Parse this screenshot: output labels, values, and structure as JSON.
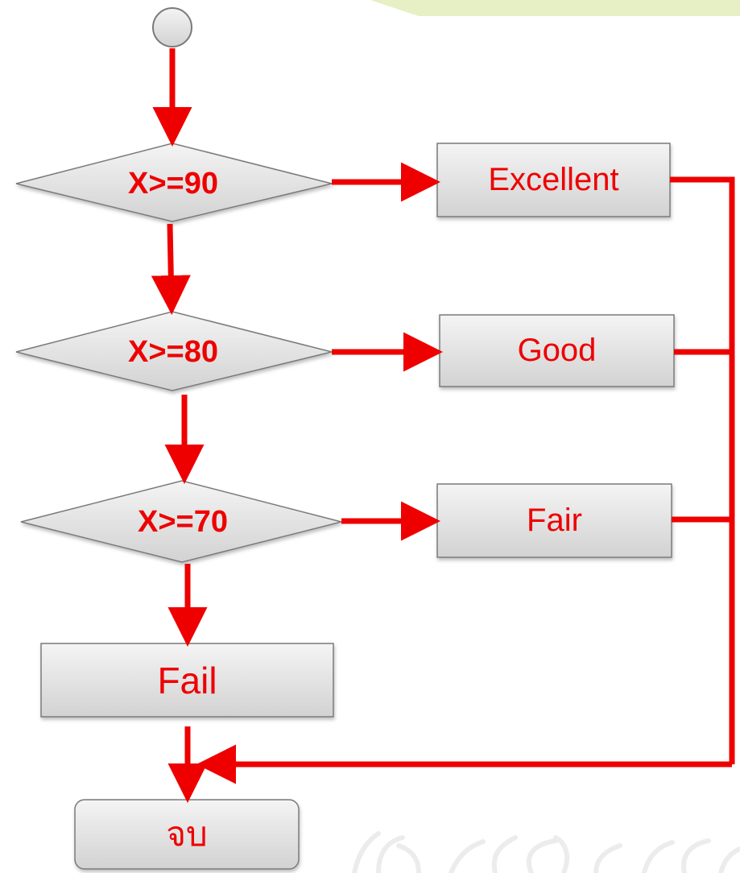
{
  "diagram": {
    "decisions": [
      {
        "id": "d90",
        "label": "X>=90"
      },
      {
        "id": "d80",
        "label": "X>=80"
      },
      {
        "id": "d70",
        "label": "X>=70"
      }
    ],
    "processes": [
      {
        "id": "excellent",
        "label": "Excellent"
      },
      {
        "id": "good",
        "label": "Good"
      },
      {
        "id": "fair",
        "label": "Fair"
      },
      {
        "id": "fail",
        "label": "Fail"
      }
    ],
    "terminal": {
      "id": "end",
      "label": "จบ"
    },
    "colors": {
      "arrow": "#ee0000",
      "text": "#ee0000",
      "shape_fill_top": "#f4f4f4",
      "shape_fill_bottom": "#d2d2d2",
      "shape_stroke": "#7a7a7a",
      "banner": "#e7efc4",
      "watermark": "#ececec"
    }
  }
}
